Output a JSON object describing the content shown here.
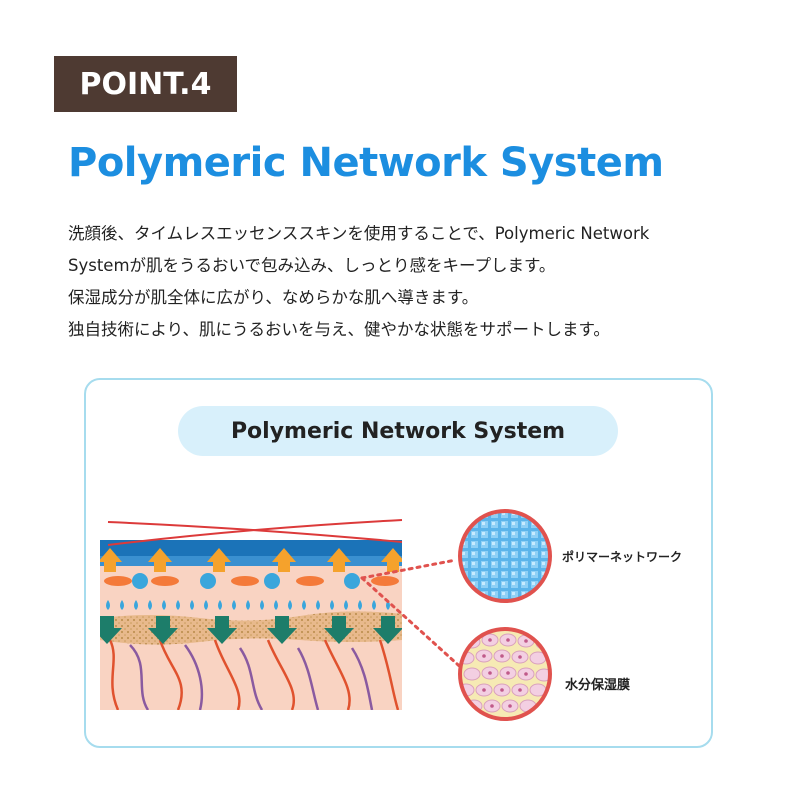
{
  "badge": {
    "label": "POINT.4"
  },
  "title": "Polymeric Network System",
  "description": [
    "洗顔後、タイムレスエッセンススキンを使用することで、Polymeric Network",
    "Systemが肌をうるおいで包み込み、しっとり感をキープします。",
    "保湿成分が肌全体に広がり、なめらかな肌へ導きます。",
    "独自技術により、肌にうるおいを与え、健やかな状態をサポートします。"
  ],
  "diagram": {
    "pill_title": "Polymeric Network System",
    "labels": {
      "network": "ポリマーネットワーク",
      "membrane": "水分保湿膜"
    },
    "colors": {
      "badge_bg": "#4e3a32",
      "title_blue": "#1c8ee0",
      "box_border": "#a6dcee",
      "pill_bg": "#d8f0fb",
      "skin_base": "#f9d3c2",
      "top_layer": "#1b73b8",
      "up_arrow": "#f5a22c",
      "down_arrow": "#1d7d6a",
      "red_line": "#dc3a3a",
      "dotted_red": "#e0524e",
      "droplet": "#3aa6dc"
    }
  }
}
